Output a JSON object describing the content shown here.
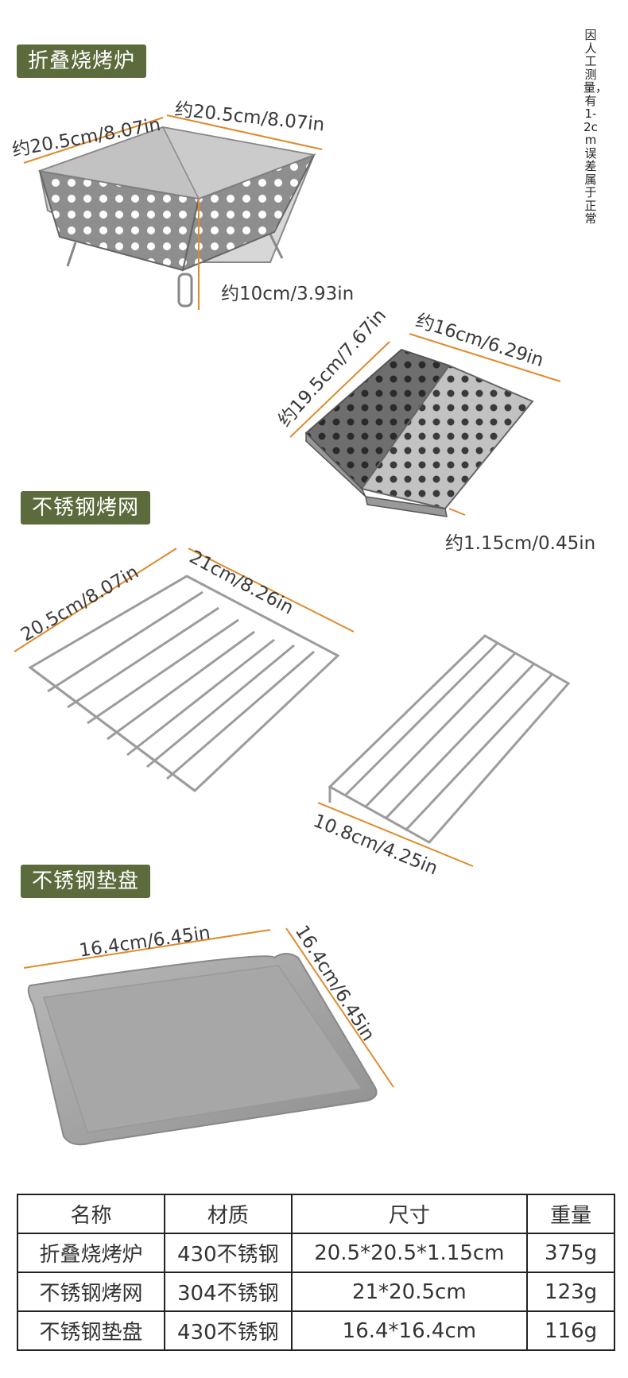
{
  "sections": {
    "stove": "折叠烧烤炉",
    "grill": "不锈钢烤网",
    "tray": "不锈钢垫盘"
  },
  "note": "因人工测量，有1-2cm误差属于正常",
  "dimensions": {
    "stove_left": "约20.5cm/8.07in",
    "stove_right": "约20.5cm/8.07in",
    "stove_height": "约10cm/3.93in",
    "folded_length": "约19.5cm/7.67in",
    "folded_width": "约16cm/6.29in",
    "folded_thickness": "约1.15cm/0.45in",
    "grill_width": "20.5cm/8.07in",
    "grill_length": "21cm/8.26in",
    "grill_folded": "10.8cm/4.25in",
    "tray_width": "16.4cm/6.45in",
    "tray_length": "16.4cm/6.45in"
  },
  "table": {
    "headers": [
      "名称",
      "材质",
      "尺寸",
      "重量"
    ],
    "rows": [
      [
        "折叠烧烤炉",
        "430不锈钢",
        "20.5*20.5*1.15cm",
        "375g"
      ],
      [
        "不锈钢烤网",
        "304不锈钢",
        "21*20.5cm",
        "123g"
      ],
      [
        "不锈钢垫盘",
        "430不锈钢",
        "16.4*16.4cm",
        "116g"
      ]
    ]
  },
  "colors": {
    "tag_bg": "#5c6b3c",
    "dimension_line": "#e08a2c",
    "steel": "#a9a9a9"
  }
}
